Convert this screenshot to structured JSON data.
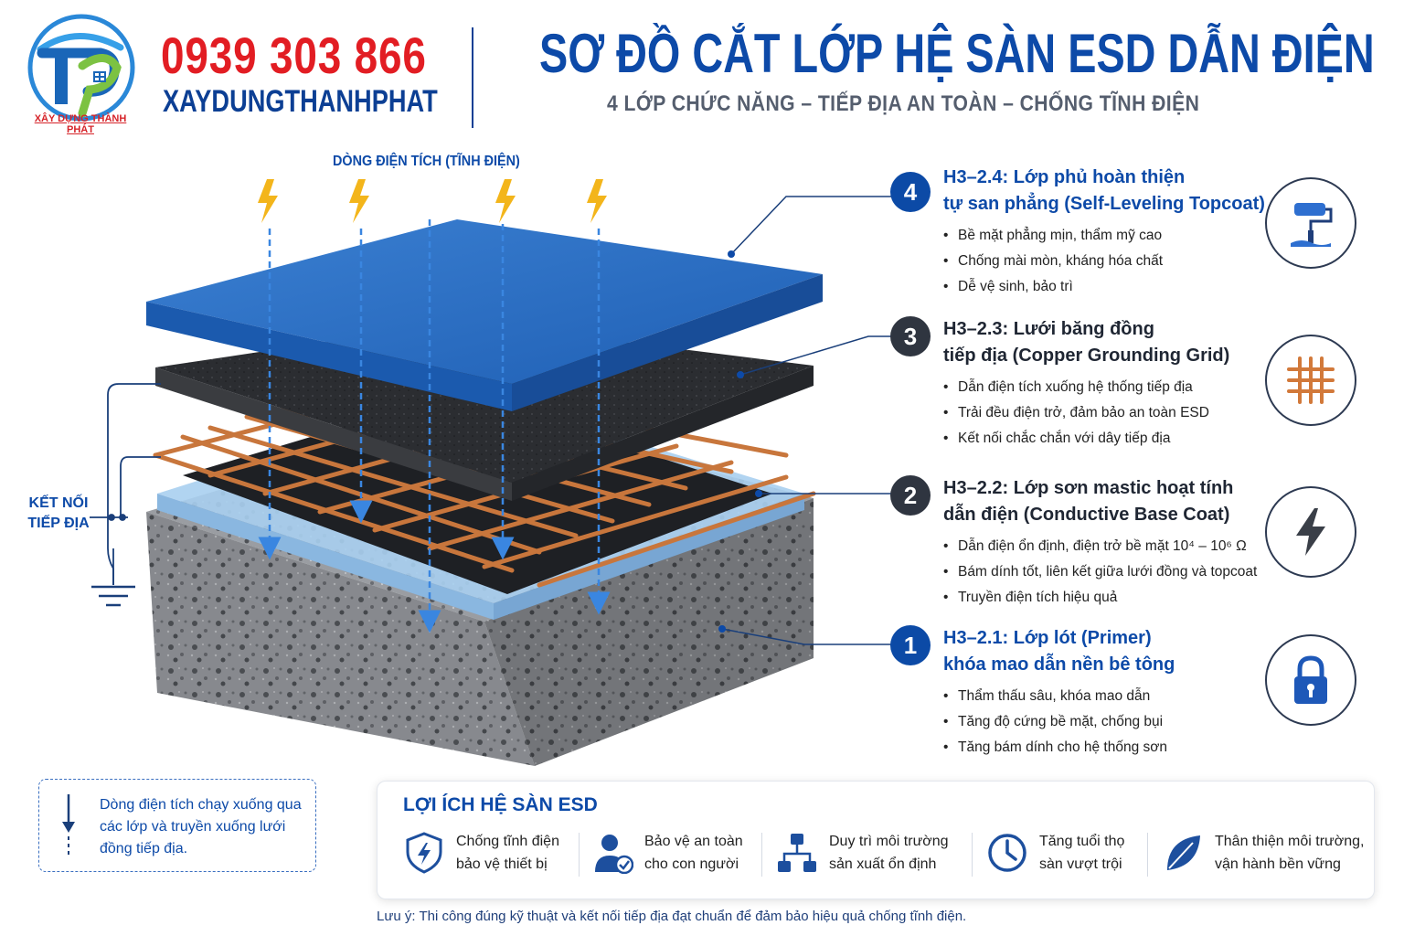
{
  "header": {
    "phone": "0939 303 866",
    "brand": "XAYDUNGTHANHPHAT",
    "logo_caption": "XÂY DỰNG THÀNH PHÁT",
    "title": "SƠ ĐỒ CẮT LỚP HỆ SÀN ESD DẪN ĐIỆN",
    "subtitle": "4 LỚP CHỨC NĂNG – TIẾP ĐỊA AN TOÀN – CHỐNG TĨNH ĐIỆN"
  },
  "diagram": {
    "charge_label": "DÒNG ĐIỆN TÍCH (TĨNH ĐIỆN)",
    "ground_label_line1": "KẾT NỐI",
    "ground_label_line2": "TIẾP ĐỊA"
  },
  "layers": [
    {
      "number": "4",
      "title_line1": "H3–2.4: Lớp phủ hoàn thiện",
      "title_line2": "tự san phẳng (Self-Leveling Topcoat)",
      "bullets": [
        "Bề mặt phẳng mịn, thẩm mỹ cao",
        "Chống mài mòn, kháng hóa chất",
        "Dễ vệ sinh, bảo trì"
      ],
      "icon": "paint-roller-icon"
    },
    {
      "number": "3",
      "title_line1": "H3–2.3: Lưới băng đồng",
      "title_line2": "tiếp địa (Copper Grounding Grid)",
      "bullets": [
        "Dẫn điện tích xuống hệ thống tiếp địa",
        "Trải đều điện trở, đảm bảo an toàn ESD",
        "Kết nối chắc chắn với dây tiếp địa"
      ],
      "icon": "grid-icon"
    },
    {
      "number": "2",
      "title_line1": "H3–2.2: Lớp sơn mastic hoạt tính",
      "title_line2": "dẫn điện (Conductive Base Coat)",
      "bullets": [
        "Dẫn điện ổn định, điện trở bề mặt 10⁴ – 10⁶ Ω",
        "Bám dính tốt, liên kết giữa lưới đồng và topcoat",
        "Truyền điện tích hiệu quả"
      ],
      "icon": "lightning-icon"
    },
    {
      "number": "1",
      "title_line1": "H3–2.1: Lớp lót (Primer)",
      "title_line2": "khóa mao dẫn nền bê tông",
      "bullets": [
        "Thẩm thấu sâu, khóa mao dẫn",
        "Tăng độ cứng bề mặt, chống bụi",
        "Tăng bám dính cho hệ thống sơn"
      ],
      "icon": "padlock-icon"
    }
  ],
  "note": {
    "text": "Dòng điện tích chạy xuống qua các lớp và truyền xuống lưới đồng tiếp địa."
  },
  "benefits": {
    "title": "LỢI ÍCH HỆ SÀN ESD",
    "items": [
      {
        "line1": "Chống tĩnh điện",
        "line2": "bảo vệ thiết bị",
        "icon": "shield-lightning-icon"
      },
      {
        "line1": "Bảo vệ an toàn",
        "line2": "cho con người",
        "icon": "person-check-icon"
      },
      {
        "line1": "Duy trì môi trường",
        "line2": "sản xuất ổn định",
        "icon": "network-icon"
      },
      {
        "line1": "Tăng tuổi thọ",
        "line2": "sàn vượt trội",
        "icon": "clock-icon"
      },
      {
        "line1": "Thân thiện môi trường,",
        "line2": "vận hành bền vững",
        "icon": "leaf-icon"
      }
    ]
  },
  "footnote": "Lưu ý: Thi công đúng kỹ thuật và kết nối tiếp địa đạt chuẩn để đảm bảo hiệu quả chống tĩnh điện.",
  "colors": {
    "brand_blue": "#0d4aa8",
    "phone_red": "#e21d23",
    "topcoat_blue": "#2a6fc4",
    "base_coat_black": "#2b2d31",
    "copper": "#c8763c",
    "concrete": "#8e9196"
  }
}
